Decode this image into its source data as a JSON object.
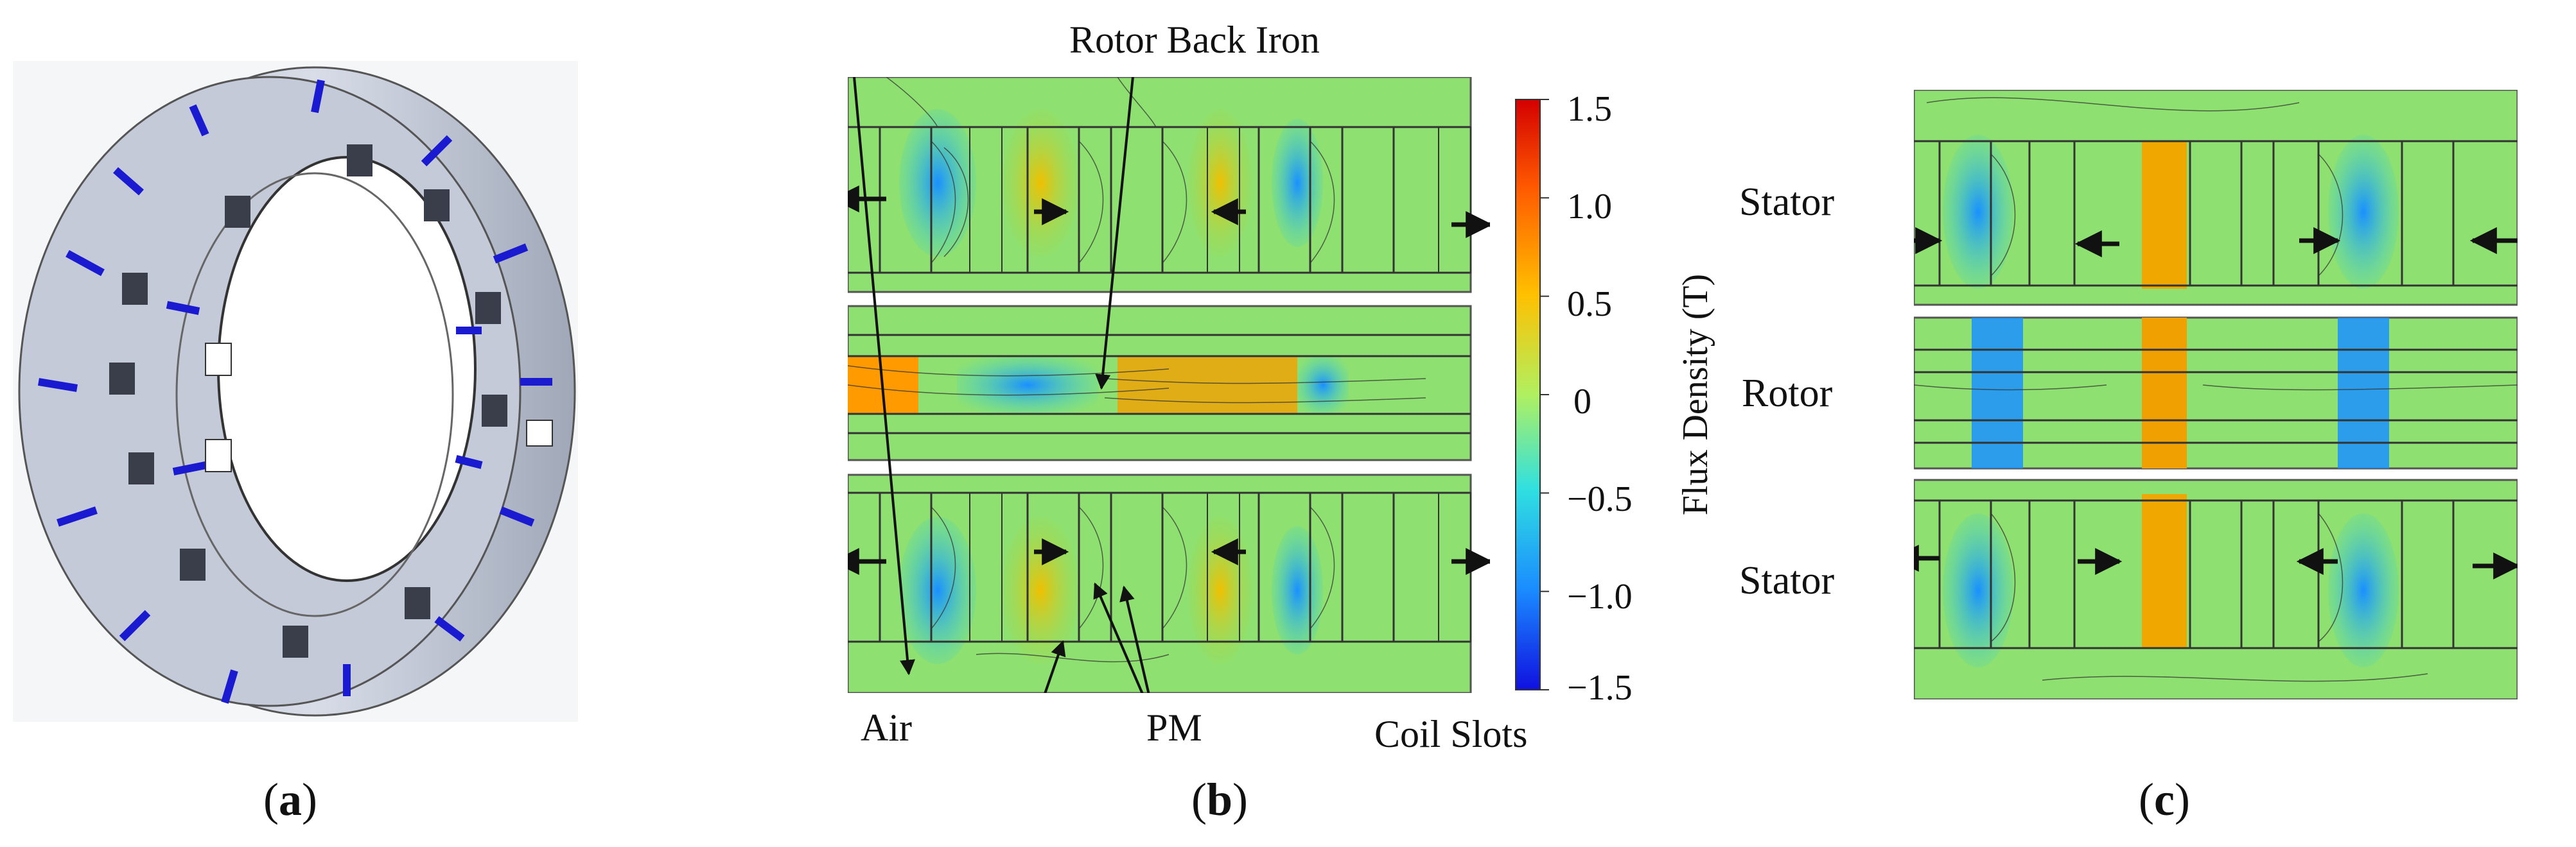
{
  "panel_b": {
    "annotation_rotor_back_iron": "Rotor Back Iron",
    "annotation_air": "Air",
    "annotation_pm": "PM",
    "annotation_coil_slots": "Coil Slots"
  },
  "colorbar": {
    "title": "Flux Density (T)",
    "ticks": [
      "1.5",
      "1.0",
      "0.5",
      "0",
      "−0.5",
      "−1.0",
      "−1.5"
    ],
    "colors": [
      "#d40000",
      "#ff5a00",
      "#ffc000",
      "#b0f060",
      "#30e0e0",
      "#1a8cff",
      "#1010e0"
    ]
  },
  "panel_c": {
    "label_stator_top": "Stator",
    "label_rotor": "Rotor",
    "label_stator_bottom": "Stator"
  },
  "captions": {
    "a_open": "(",
    "a_letter": "a",
    "a_close": ")",
    "b_open": "(",
    "b_letter": "b",
    "b_close": ")",
    "c_open": "(",
    "c_letter": "c",
    "c_close": ")"
  }
}
